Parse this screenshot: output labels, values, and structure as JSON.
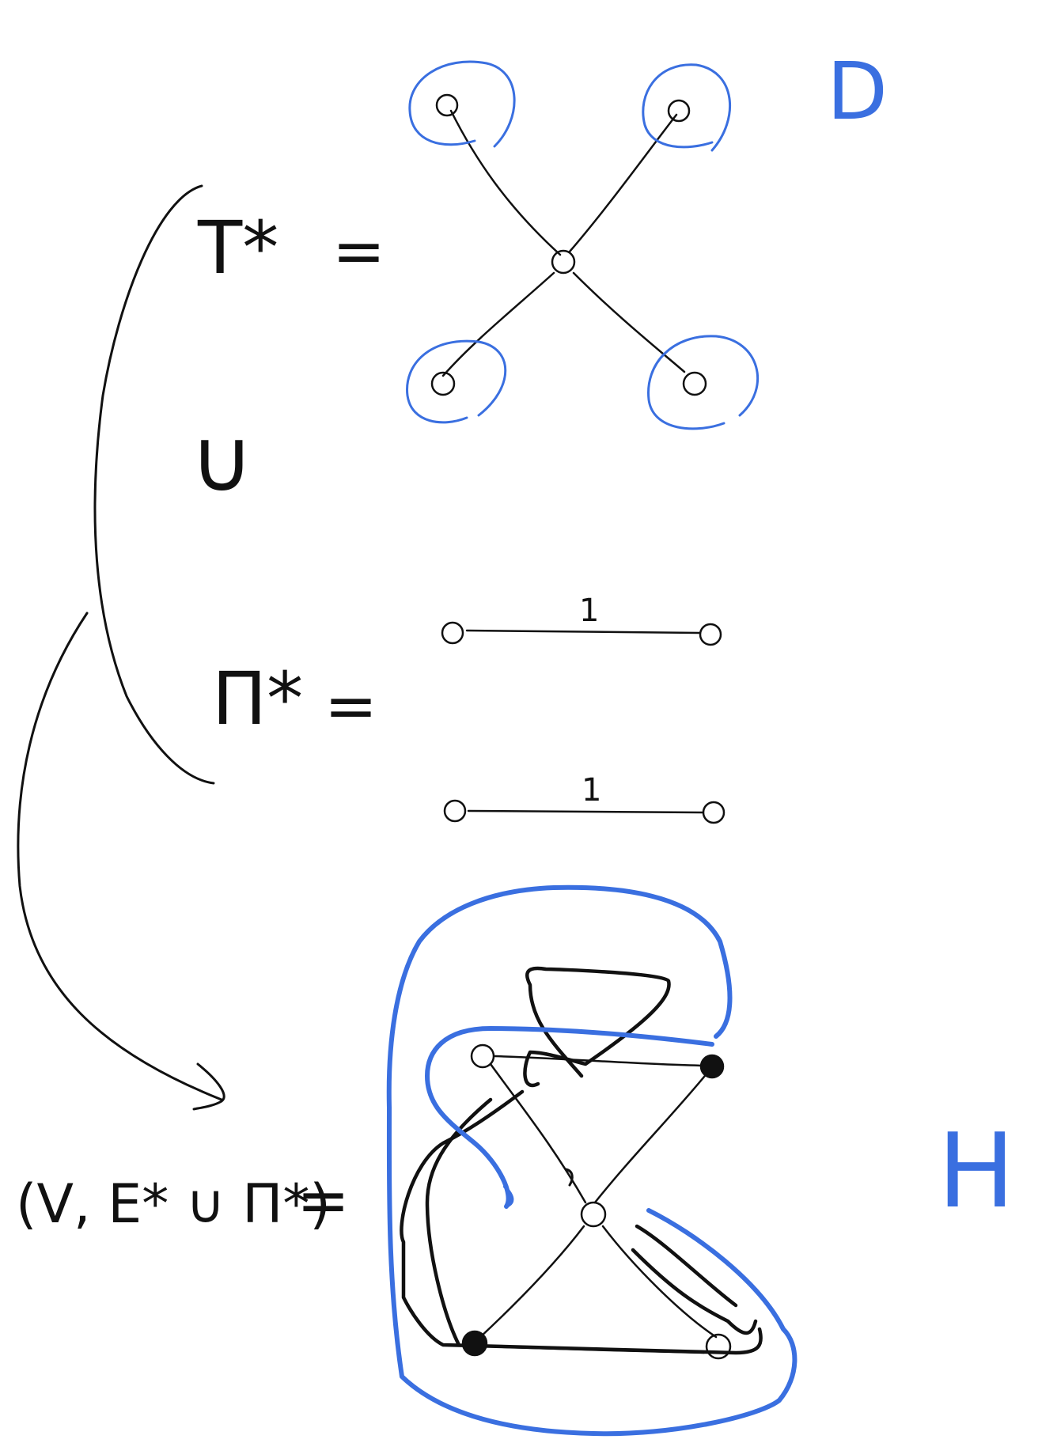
{
  "colors": {
    "ink": "#111111",
    "blue": "#3a6fe0"
  },
  "labels": {
    "t_star": "T*",
    "pi_star": "Π*",
    "union": "∪",
    "equals": "=",
    "d": "D",
    "h": "H",
    "combined_open": "(V, E* ∪ Π*)",
    "edge_weight_top": "1",
    "edge_weight_bottom": "1"
  }
}
